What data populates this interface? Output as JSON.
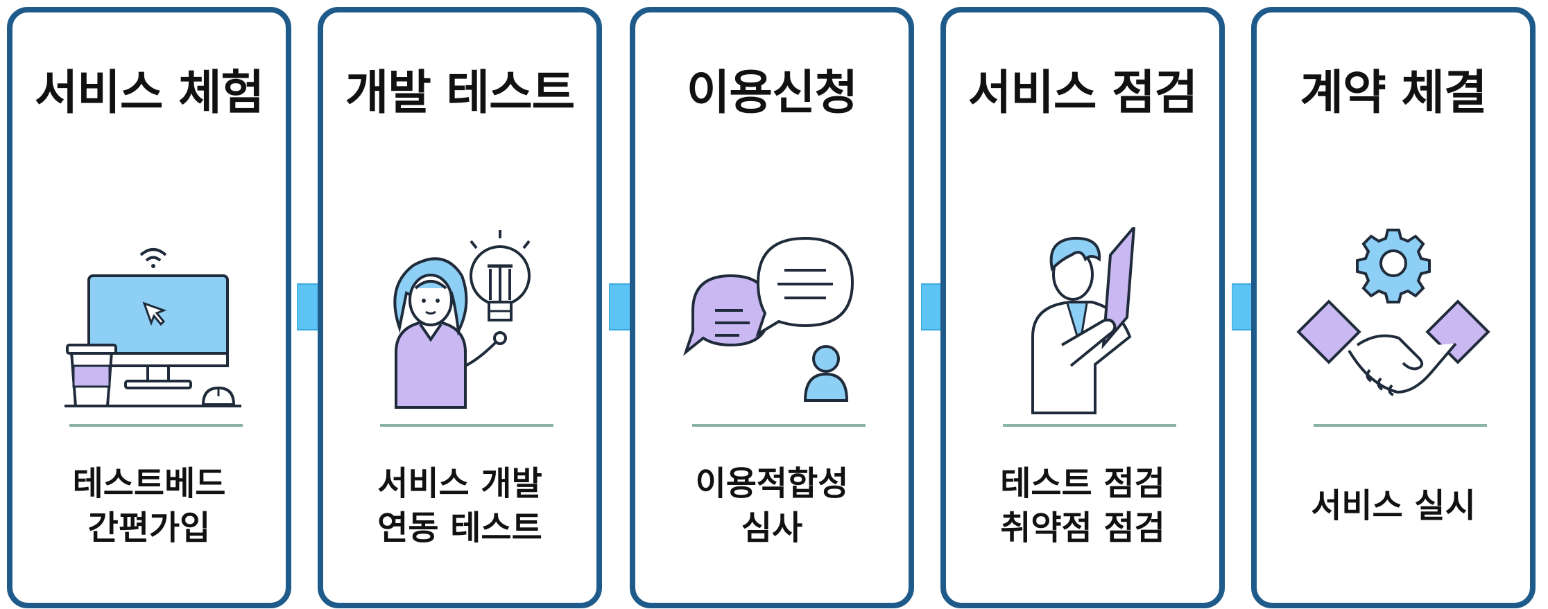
{
  "steps": [
    {
      "title": "서비스 체험",
      "desc": [
        "테스트베드",
        "간편가입"
      ],
      "icon": "computer-icon"
    },
    {
      "title": "개발 테스트",
      "desc": [
        "서비스 개발",
        "연동 테스트"
      ],
      "icon": "developer-lightbulb-icon"
    },
    {
      "title": "이용신청",
      "desc": [
        "이용적합성",
        "심사"
      ],
      "icon": "chat-bubbles-icon"
    },
    {
      "title": "서비스 점검",
      "desc": [
        "테스트 점검",
        "취약점 점검"
      ],
      "icon": "inspector-icon"
    },
    {
      "title": "계약 체결",
      "desc": [
        "서비스 실시"
      ],
      "icon": "handshake-gear-icon"
    }
  ],
  "colors": {
    "border": "#1e5a8a",
    "arrow": "#5cc3f5",
    "accent_purple": "#c9b8f2",
    "accent_blue": "#8ecff5",
    "divider": "#8ab3a6"
  }
}
